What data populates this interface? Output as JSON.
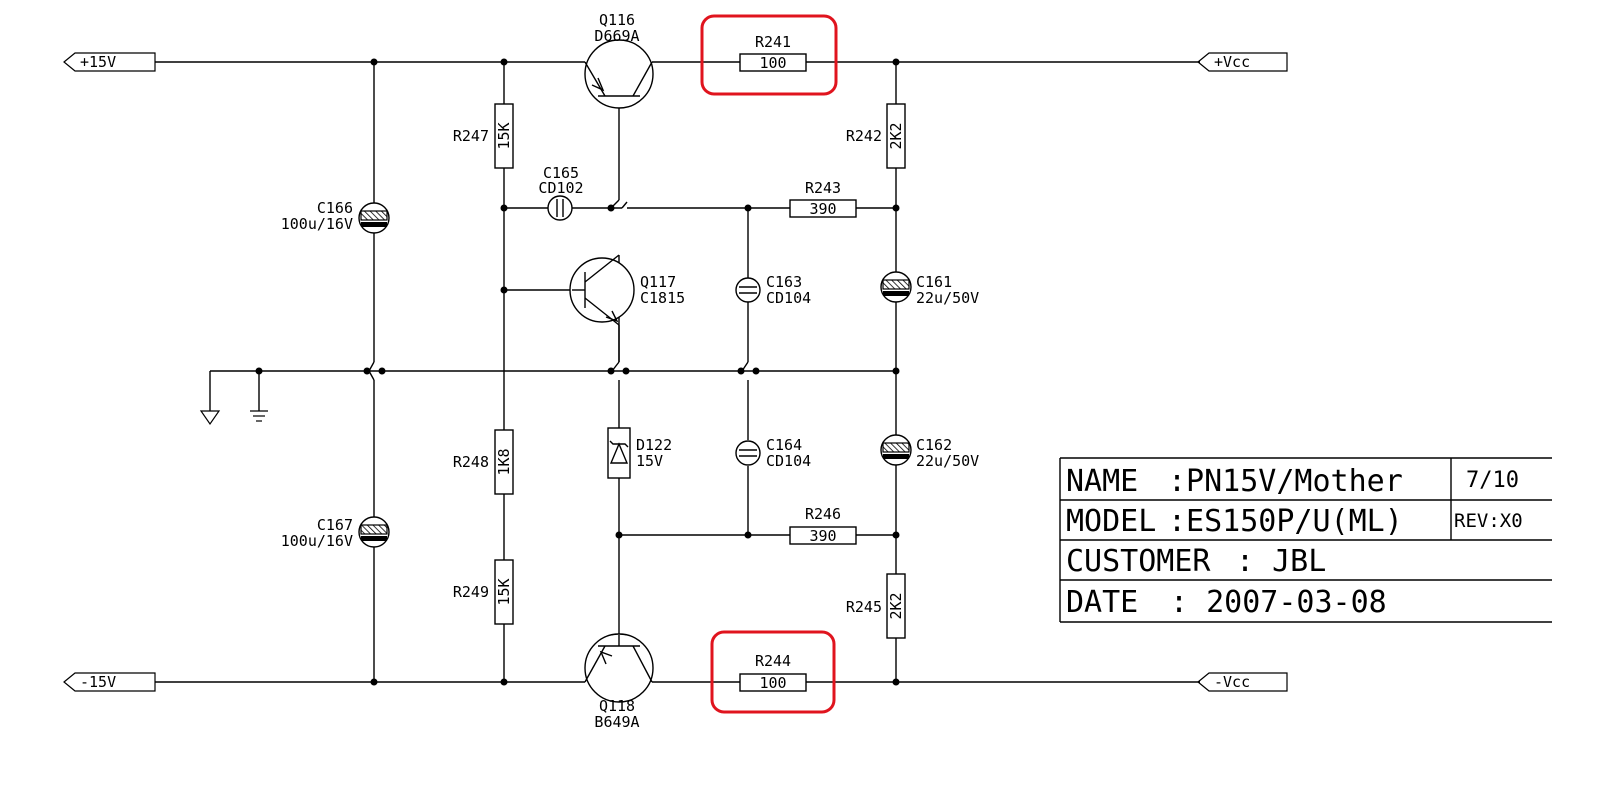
{
  "ports": {
    "p15v": "+15V",
    "m15v": "-15V",
    "pvcc": "+Vcc",
    "mvcc": "-Vcc"
  },
  "transistors": {
    "q116": {
      "ref": "Q116",
      "part": "D669A"
    },
    "q117": {
      "ref": "Q117",
      "part": "C1815"
    },
    "q118": {
      "ref": "Q118",
      "part": "B649A"
    }
  },
  "resistors": {
    "r241": {
      "ref": "R241",
      "value": "100",
      "highlighted": true
    },
    "r242": {
      "ref": "R242",
      "value": "2K2"
    },
    "r243": {
      "ref": "R243",
      "value": "390"
    },
    "r244": {
      "ref": "R244",
      "value": "100",
      "highlighted": true
    },
    "r245": {
      "ref": "R245",
      "value": "2K2"
    },
    "r246": {
      "ref": "R246",
      "value": "390"
    },
    "r247": {
      "ref": "R247",
      "value": "15K"
    },
    "r248": {
      "ref": "R248",
      "value": "1K8"
    },
    "r249": {
      "ref": "R249",
      "value": "15K"
    }
  },
  "capacitors": {
    "c161": {
      "ref": "C161",
      "value": "22u/50V"
    },
    "c162": {
      "ref": "C162",
      "value": "22u/50V"
    },
    "c163": {
      "ref": "C163",
      "value": "CD104"
    },
    "c164": {
      "ref": "C164",
      "value": "CD104"
    },
    "c165": {
      "ref": "C165",
      "value": "CD102"
    },
    "c166": {
      "ref": "C166",
      "value": "100u/16V"
    },
    "c167": {
      "ref": "C167",
      "value": "100u/16V"
    }
  },
  "diodes": {
    "d122": {
      "ref": "D122",
      "value": "15V"
    }
  },
  "title_block": {
    "name_label": "NAME",
    "name_value": ":PN15V/Mother",
    "sheet": "7/10",
    "model_label": "MODEL",
    "model_value": ":ES150P/U(ML)",
    "rev": "REV:X0",
    "customer_label": "CUSTOMER",
    "customer_value": ":  JBL",
    "date_label": "DATE",
    "date_value": ":   2007-03-08"
  },
  "colors": {
    "wire": "#000000",
    "highlight": "#e0141e",
    "background": "#ffffff"
  }
}
